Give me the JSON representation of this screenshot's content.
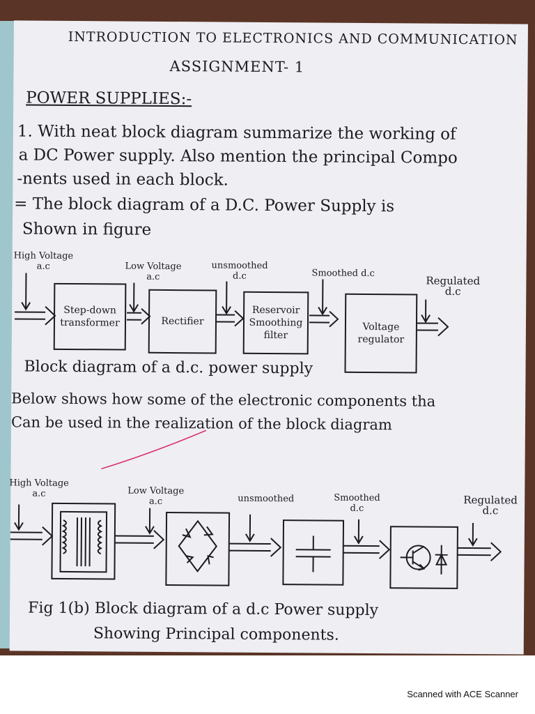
{
  "heading": {
    "title": "INTRODUCTION TO ELECTRONICS AND COMMUNICATION",
    "assignment": "ASSIGNMENT- 1",
    "section": "POWER SUPPLIES:-"
  },
  "question": {
    "line1": "1. With neat block diagram summarize the working of",
    "line2": "a DC Power supply. Also mention the principal Compo",
    "line3": "-nents used in each block."
  },
  "answer": {
    "line1": "= The block diagram of a D.C. Power Supply is",
    "line2": "Shown in figure"
  },
  "diagram1": {
    "labels": {
      "high_voltage": "High Voltage",
      "high_ac": "a.c",
      "low_voltage": "Low Voltage",
      "low_ac": "a.c",
      "unsmoothed": "unsmoothed",
      "unsmoothed_dc": "d.c",
      "smoothed": "Smoothed d.c",
      "regulated": "Regulated",
      "regulated_dc": "d.c"
    },
    "blocks": {
      "transformer_1": "Step-down",
      "transformer_2": "transformer",
      "rectifier": "Rectifier",
      "smoothing_1": "Reservoir",
      "smoothing_2": "Smoothing",
      "smoothing_3": "filter",
      "regulator_1": "Voltage",
      "regulator_2": "regulator"
    },
    "caption": "Block diagram of a d.c. power supply"
  },
  "paragraph": {
    "line1": "Below shows how some of the electronic components tha",
    "line2": "Can be used in the realization of the block diagram"
  },
  "diagram2": {
    "labels": {
      "high_voltage": "High Voltage",
      "high_ac": "a.c",
      "low_voltage": "Low Voltage",
      "low_ac": "a.c",
      "unsmoothed": "unsmoothed",
      "smoothed": "Smoothed",
      "smoothed_dc": "d.c",
      "regulated": "Regulated",
      "regulated_dc": "d.c"
    },
    "caption_line1": "Fig 1(b) Block diagram of a d.c Power supply",
    "caption_line2": "Showing Principal components."
  },
  "footer": "Scanned with ACE Scanner",
  "colors": {
    "ink": "#1b1b22",
    "paper": "#eeeef3",
    "red_mark": "#d8246a"
  }
}
